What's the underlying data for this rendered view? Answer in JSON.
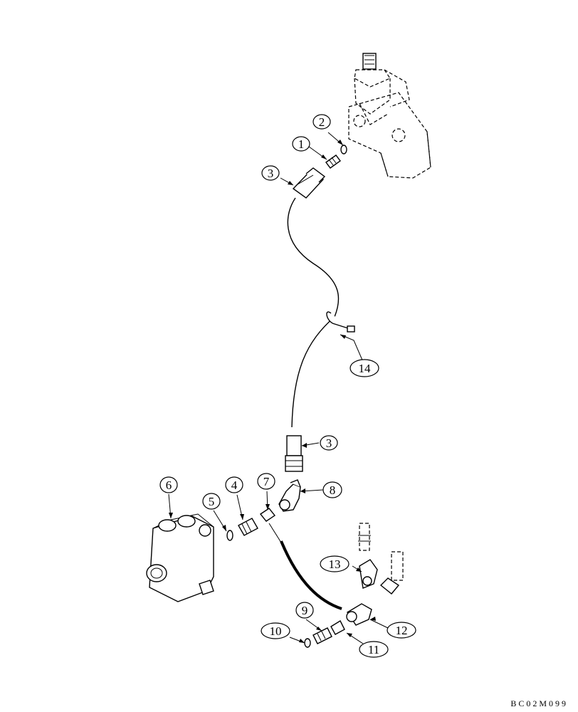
{
  "diagram_code": "BC02M099",
  "callouts": [
    {
      "id": "c1",
      "label": "1"
    },
    {
      "id": "c2",
      "label": "2"
    },
    {
      "id": "c3a",
      "label": "3"
    },
    {
      "id": "c3b",
      "label": "3"
    },
    {
      "id": "c4",
      "label": "4"
    },
    {
      "id": "c5",
      "label": "5"
    },
    {
      "id": "c6",
      "label": "6"
    },
    {
      "id": "c7",
      "label": "7"
    },
    {
      "id": "c8",
      "label": "8"
    },
    {
      "id": "c9",
      "label": "9"
    },
    {
      "id": "c10",
      "label": "10"
    },
    {
      "id": "c11",
      "label": "11"
    },
    {
      "id": "c12",
      "label": "12"
    },
    {
      "id": "c13",
      "label": "13"
    },
    {
      "id": "c14",
      "label": "14"
    }
  ]
}
